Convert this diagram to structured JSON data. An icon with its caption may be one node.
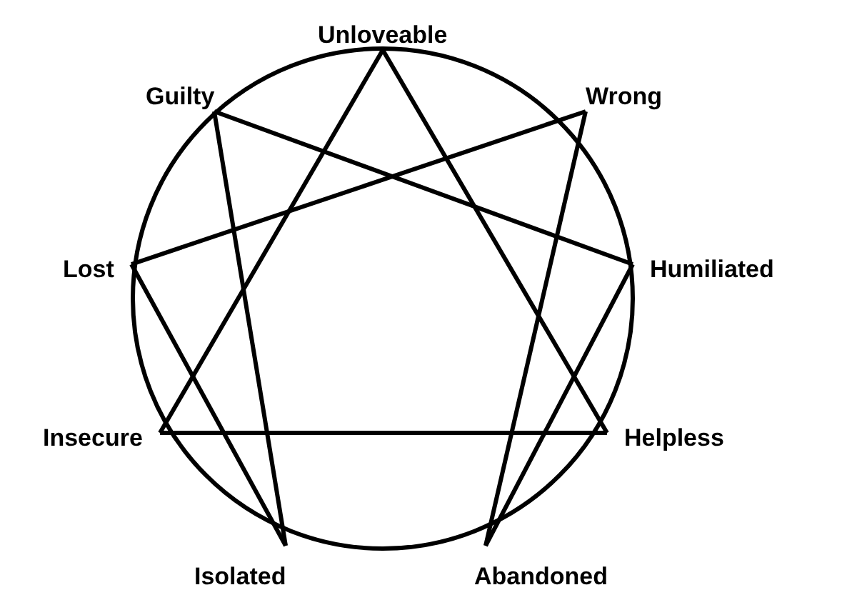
{
  "diagram": {
    "nodes": [
      {
        "text": [
          "Unloveable"
        ]
      },
      {
        "text": [
          "Wrong"
        ]
      },
      {
        "text": [
          "Humiliated"
        ]
      },
      {
        "text": [
          "Helpless"
        ]
      },
      {
        "text": [
          "Abandoned"
        ]
      },
      {
        "text": [
          "Isolated"
        ]
      },
      {
        "text": [
          "Insecure"
        ]
      },
      {
        "text": [
          "Lost"
        ]
      },
      {
        "text": [
          "Guilty"
        ]
      }
    ],
    "edges": [
      {
        "from": 0,
        "to": 3,
        "arrow": "none"
      },
      {
        "from": 3,
        "to": 6,
        "arrow": "none"
      },
      {
        "from": 6,
        "to": 0,
        "arrow": "none"
      },
      {
        "from": 1,
        "to": 7,
        "arrow": "none"
      },
      {
        "from": 7,
        "to": 5,
        "arrow": "none"
      },
      {
        "from": 5,
        "to": 8,
        "arrow": "none"
      },
      {
        "from": 8,
        "to": 2,
        "arrow": "none"
      },
      {
        "from": 2,
        "to": 4,
        "arrow": "none"
      },
      {
        "from": 4,
        "to": 1,
        "arrow": "none"
      }
    ]
  }
}
